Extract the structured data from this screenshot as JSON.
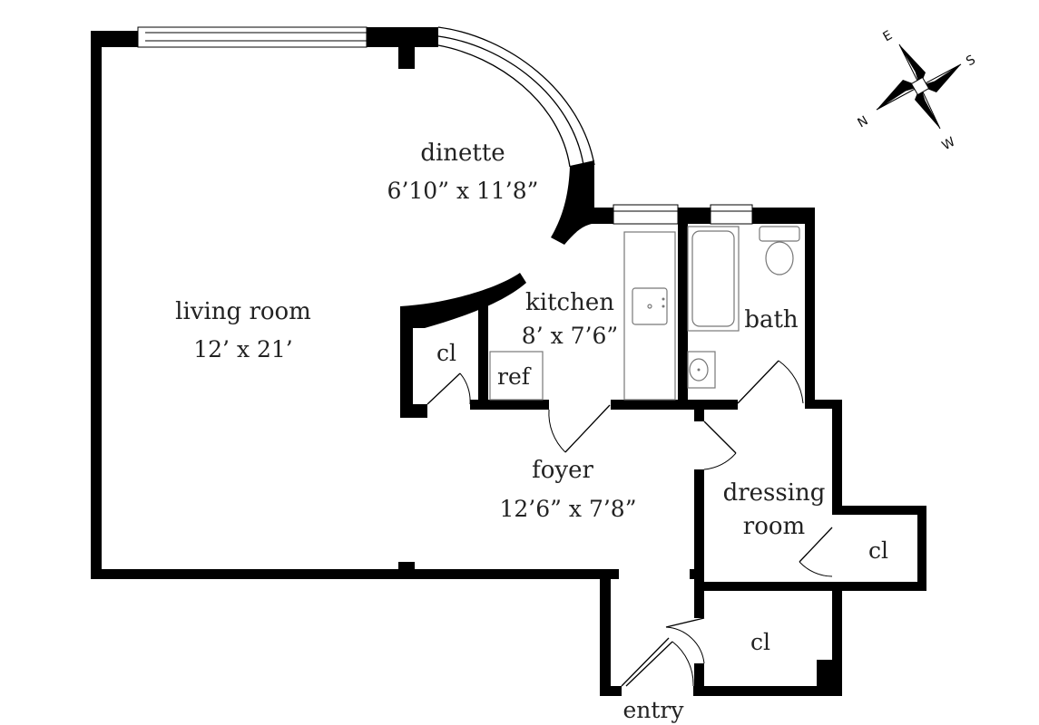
{
  "rooms": {
    "living_room": {
      "name": "living room",
      "dims": "12’ x 21’"
    },
    "dinette": {
      "name": "dinette",
      "dims": "6’10” x 11’8”"
    },
    "kitchen": {
      "name": "kitchen",
      "dims": "8’ x 7’6”"
    },
    "bath": {
      "name": "bath"
    },
    "foyer": {
      "name": "foyer",
      "dims": "12’6” x 7’8”"
    },
    "dressing_room": {
      "name_line1": "dressing",
      "name_line2": "room"
    },
    "closet_living": {
      "name": "cl"
    },
    "closet_dressing": {
      "name": "cl"
    },
    "closet_entry": {
      "name": "cl"
    },
    "refrigerator": {
      "name": "ref"
    },
    "entry": {
      "name": "entry"
    }
  },
  "compass": {
    "north": "N",
    "east": "E",
    "south": "S",
    "west": "W"
  },
  "colors": {
    "wall": "#000000",
    "fixture": "#777777",
    "background": "#ffffff"
  }
}
